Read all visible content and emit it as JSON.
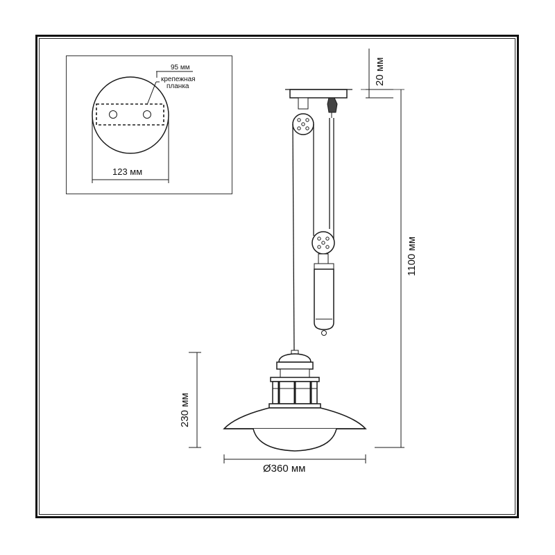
{
  "dimensions": {
    "mount_plate_hole_spacing": "95 мм",
    "mount_plate_label_line1": "крепежная",
    "mount_plate_label_line2": "планка",
    "canopy_diameter": "123 мм",
    "canopy_height": "20 мм",
    "total_height": "1100 мм",
    "shade_height": "230 мм",
    "shade_diameter": "Ø360 мм"
  },
  "colors": {
    "line": "#1a1a1a",
    "fill_metal": "#ffffff"
  }
}
